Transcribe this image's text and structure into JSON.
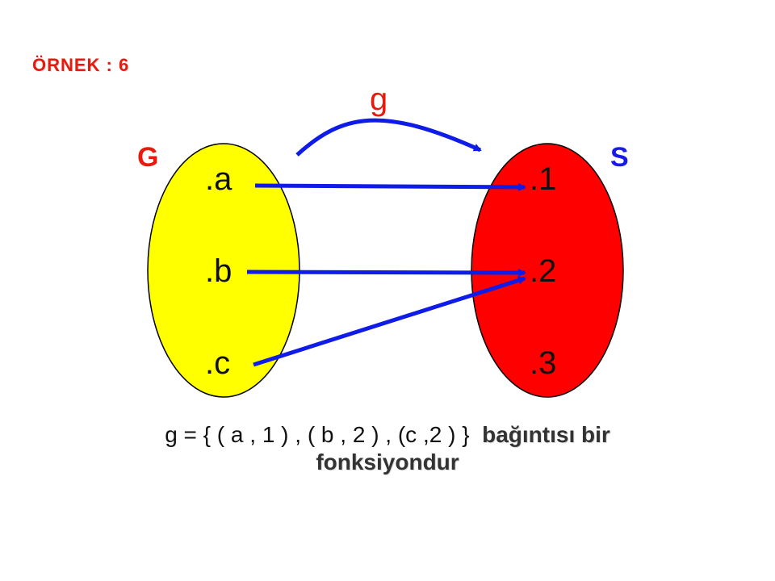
{
  "title": "ÖRNEK : 6",
  "function_name": "g",
  "domain_set": {
    "name": "G",
    "elements": [
      ".a",
      ".b",
      ".c"
    ],
    "color": "#ffff00"
  },
  "codomain_set": {
    "name": "S",
    "elements": [
      ".1",
      ".2",
      ".3"
    ],
    "color": "#ff0000"
  },
  "arrow_color": "#0f1be6",
  "mapping": [
    {
      "from": ".a",
      "to": ".1"
    },
    {
      "from": ".b",
      "to": ".2"
    },
    {
      "from": ".c",
      "to": ".2"
    }
  ],
  "caption": {
    "formula": "g = {  ( a , 1 ) , ( b , 2 ) , (c ,2 )  }",
    "line1_words": "bağıntısı bir",
    "line2_words": "fonksiyondur"
  }
}
